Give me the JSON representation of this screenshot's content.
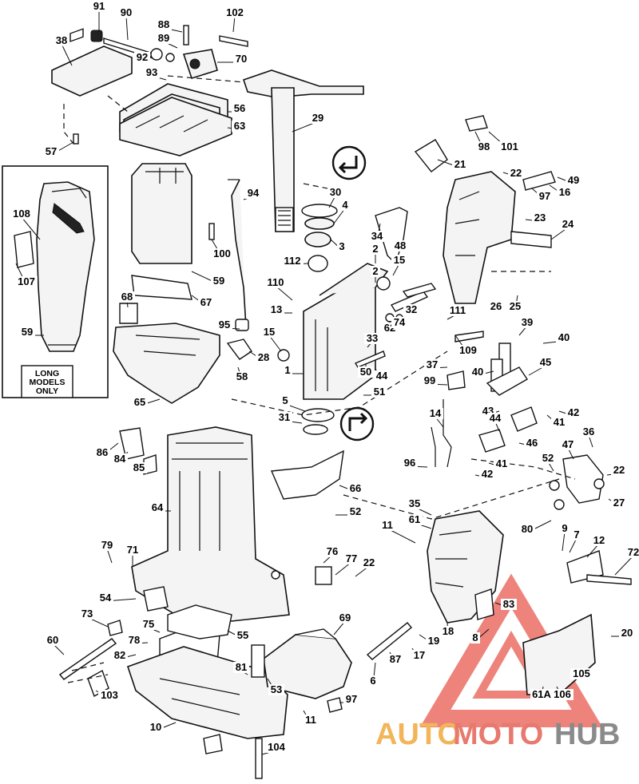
{
  "inset_box": {
    "line1": "LONG",
    "line2": "MODELS",
    "line3": "ONLY"
  },
  "callouts": [
    "91",
    "90",
    "88",
    "102",
    "38",
    "89",
    "92",
    "70",
    "93",
    "56",
    "63",
    "57",
    "29",
    "98",
    "101",
    "21",
    "22",
    "49",
    "16",
    "97",
    "30",
    "94",
    "108",
    "4",
    "3",
    "107",
    "59",
    "112",
    "100",
    "34",
    "48",
    "23",
    "24",
    "2",
    "15",
    "59",
    "67",
    "110",
    "13",
    "68",
    "2",
    "32",
    "62",
    "74",
    "111",
    "95",
    "26",
    "25",
    "39",
    "40",
    "15",
    "1",
    "33",
    "109",
    "28",
    "58",
    "50",
    "44",
    "37",
    "45",
    "40",
    "99",
    "65",
    "5",
    "51",
    "31",
    "42",
    "41",
    "43",
    "14",
    "44",
    "46",
    "86",
    "84",
    "85",
    "96",
    "41",
    "42",
    "36",
    "47",
    "52",
    "22",
    "61",
    "64",
    "66",
    "52",
    "27",
    "35",
    "80",
    "79",
    "71",
    "76",
    "77",
    "22",
    "11",
    "9",
    "7",
    "12",
    "72",
    "54",
    "83",
    "73",
    "75",
    "78",
    "69",
    "55",
    "60",
    "82",
    "81",
    "53",
    "8",
    "20",
    "18",
    "19",
    "17",
    "87",
    "6",
    "97",
    "105",
    "103",
    "10",
    "11",
    "61A",
    "106",
    "104"
  ],
  "watermark": {
    "part1": "AUTO",
    "part2": "MOTO",
    "part3": "HUB",
    "colors": {
      "auto": "#f2b55a",
      "moto": "#e8796e",
      "hub": "#8a8a8a",
      "triangle": "#e85a50"
    }
  }
}
